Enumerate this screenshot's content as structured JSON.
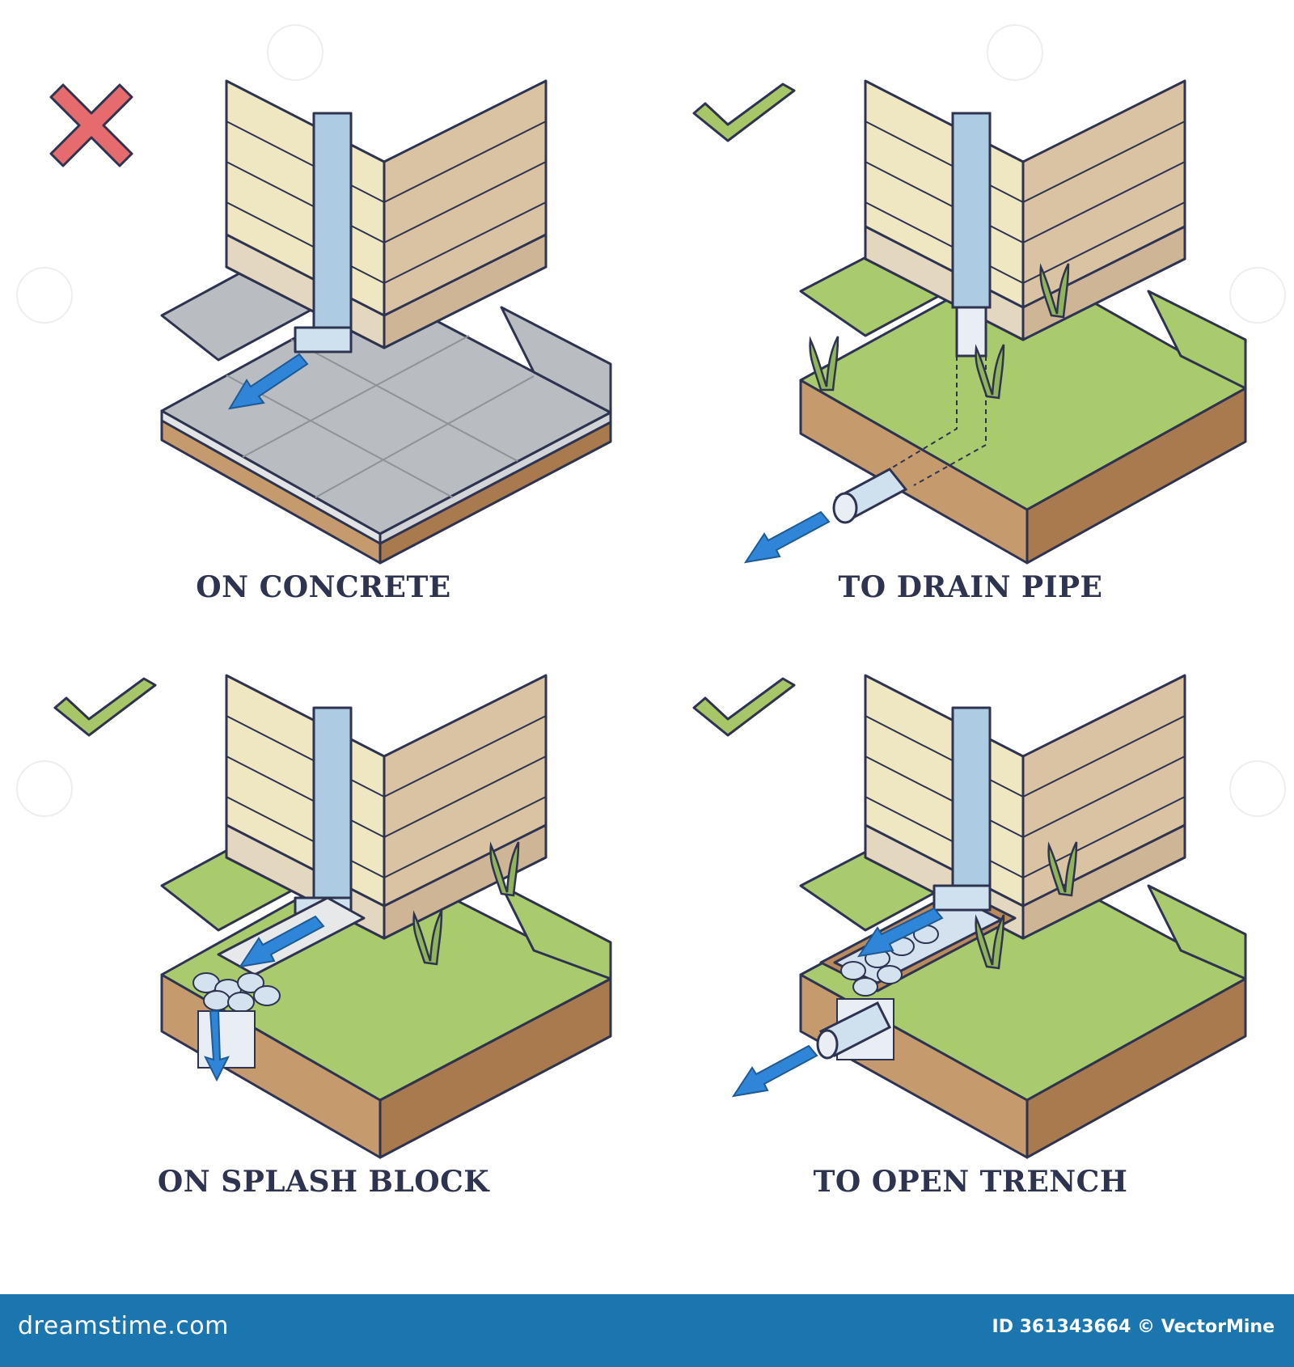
{
  "panels": [
    {
      "label": "ON CONCRETE",
      "status": "incorrect",
      "status_icon": "cross-icon"
    },
    {
      "label": "TO DRAIN PIPE",
      "status": "correct",
      "status_icon": "check-icon"
    },
    {
      "label": "ON SPLASH BLOCK",
      "status": "correct",
      "status_icon": "check-icon"
    },
    {
      "label": "TO OPEN TRENCH",
      "status": "correct",
      "status_icon": "check-icon"
    }
  ],
  "footer": {
    "site": "dreamstime.com",
    "image_id": "ID 361343664 © VectorMine"
  },
  "colors": {
    "cross": "#e66b6e",
    "check": "#a7c667",
    "grass": "#aacb6d",
    "soil": "#c59a6c",
    "concrete": "#b9bcc1",
    "pipe": "#aecbe4",
    "arrow": "#2f86d8",
    "siding_light": "#efe6c2",
    "siding_dark": "#d9c3a3",
    "footer": "#1b76b0"
  }
}
